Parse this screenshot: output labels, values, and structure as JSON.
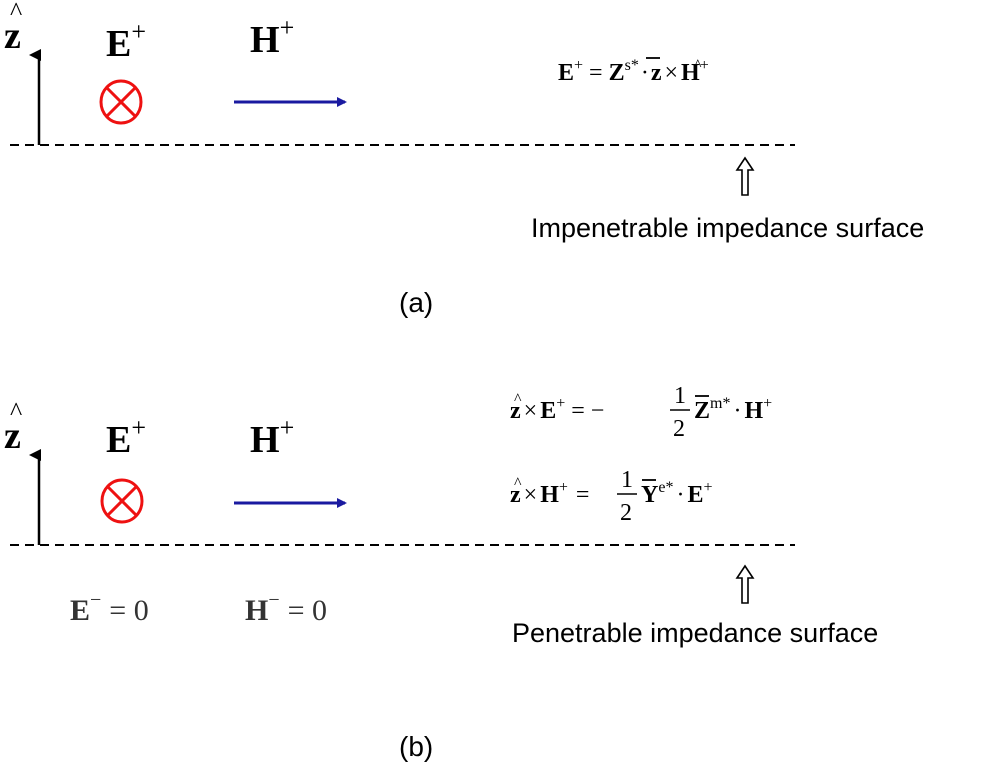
{
  "panel_a": {
    "axis_label": "z",
    "axis_hat": "^",
    "e_field": "E",
    "e_sup": "+",
    "h_field": "H",
    "h_sup": "+",
    "equation": {
      "lhs": "E",
      "lhs_sup": "+",
      "eq": "=",
      "Z": "Z",
      "Z_sup": "s*",
      "rest_dot": "·",
      "z": "z",
      "times": "×",
      "H": "H",
      "H_sup": "+"
    },
    "surface_label": "Impenetrable impedance surface",
    "caption": "(a)"
  },
  "panel_b": {
    "axis_label": "z",
    "axis_hat": "^",
    "e_field": "E",
    "e_sup": "+",
    "h_field": "H",
    "h_sup": "+",
    "equation1": {
      "z": "z",
      "times": "×",
      "E": "E",
      "E_sup": "+",
      "eq": "= −",
      "num": "1",
      "den": "2",
      "Z": "Z",
      "Z_sup": "m*",
      "dot": "·",
      "H": "H",
      "H_sup": "+"
    },
    "equation2": {
      "z": "z",
      "times": "×",
      "H": "H",
      "H_sup": "+",
      "eq": "=",
      "num": "1",
      "den": "2",
      "Y": "Y",
      "Y_sup": "e*",
      "dot": "·",
      "E": "E",
      "E_sup": "+"
    },
    "e_minus": "E",
    "e_minus_sup": "−",
    "e_minus_val": "= 0",
    "h_minus": "H",
    "h_minus_sup": "−",
    "h_minus_val": "= 0",
    "surface_label": "Penetrable impedance surface",
    "caption": "(b)"
  },
  "colors": {
    "arrow_blue": "#1a1aa0",
    "circle_red": "#ee1111"
  }
}
